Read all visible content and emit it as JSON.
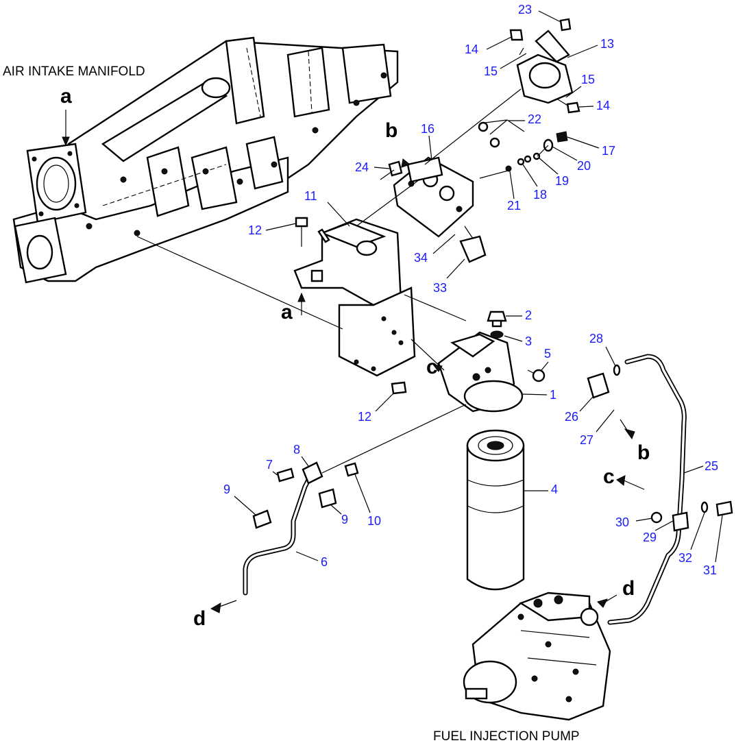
{
  "captions": {
    "manifold": "AIR INTAKE MANIFOLD",
    "pump": "FUEL INJECTION PUMP"
  },
  "callouts": {
    "c1": "1",
    "c2": "2",
    "c3": "3",
    "c4": "4",
    "c5": "5",
    "c6": "6",
    "c7": "7",
    "c8": "8",
    "c9a": "9",
    "c9b": "9",
    "c10": "10",
    "c11": "11",
    "c12a": "12",
    "c12b": "12",
    "c13": "13",
    "c14a": "14",
    "c14b": "14",
    "c15a": "15",
    "c15b": "15",
    "c16": "16",
    "c17": "17",
    "c18": "18",
    "c19": "19",
    "c20": "20",
    "c21": "21",
    "c22": "22",
    "c23": "23",
    "c24": "24",
    "c25": "25",
    "c26": "26",
    "c27": "27",
    "c28": "28",
    "c29": "29",
    "c30": "30",
    "c31": "31",
    "c32": "32",
    "c33": "33",
    "c34": "34"
  },
  "refs": {
    "a1": "a",
    "a2": "a",
    "b1": "b",
    "b2": "b",
    "c1": "c",
    "c2": "c",
    "d1": "d",
    "d2": "d"
  },
  "colors": {
    "callout": "#1a1aff",
    "line": "#000000"
  }
}
